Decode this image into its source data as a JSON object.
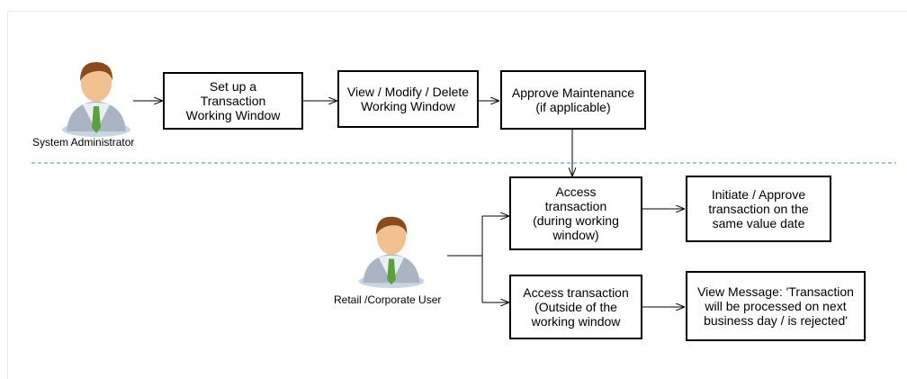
{
  "actors": {
    "admin": {
      "label": "System Administrator"
    },
    "user": {
      "label": "Retail /Corporate User"
    }
  },
  "steps": {
    "setup": "Set up a\nTransaction\nWorking Window",
    "view_modify": "View / Modify / Delete\nWorking Window",
    "approve": "Approve Maintenance\n(if applicable)",
    "access_in": "Access\ntransaction\n(during working\nwindow)",
    "access_out": "Access transaction\n(Outside of the\nworking window",
    "initiate": "Initiate / Approve\ntransaction on the\nsame value date",
    "message": "View Message: 'Transaction\nwill be processed on next\nbusiness day / is rejected'"
  },
  "colors": {
    "divider": "#4a8ac4",
    "box_border": "#000000",
    "shirt": "#e8eef3",
    "tie": "#5aa13a",
    "skin": "#f3c090",
    "hair": "#8a4a1c"
  }
}
